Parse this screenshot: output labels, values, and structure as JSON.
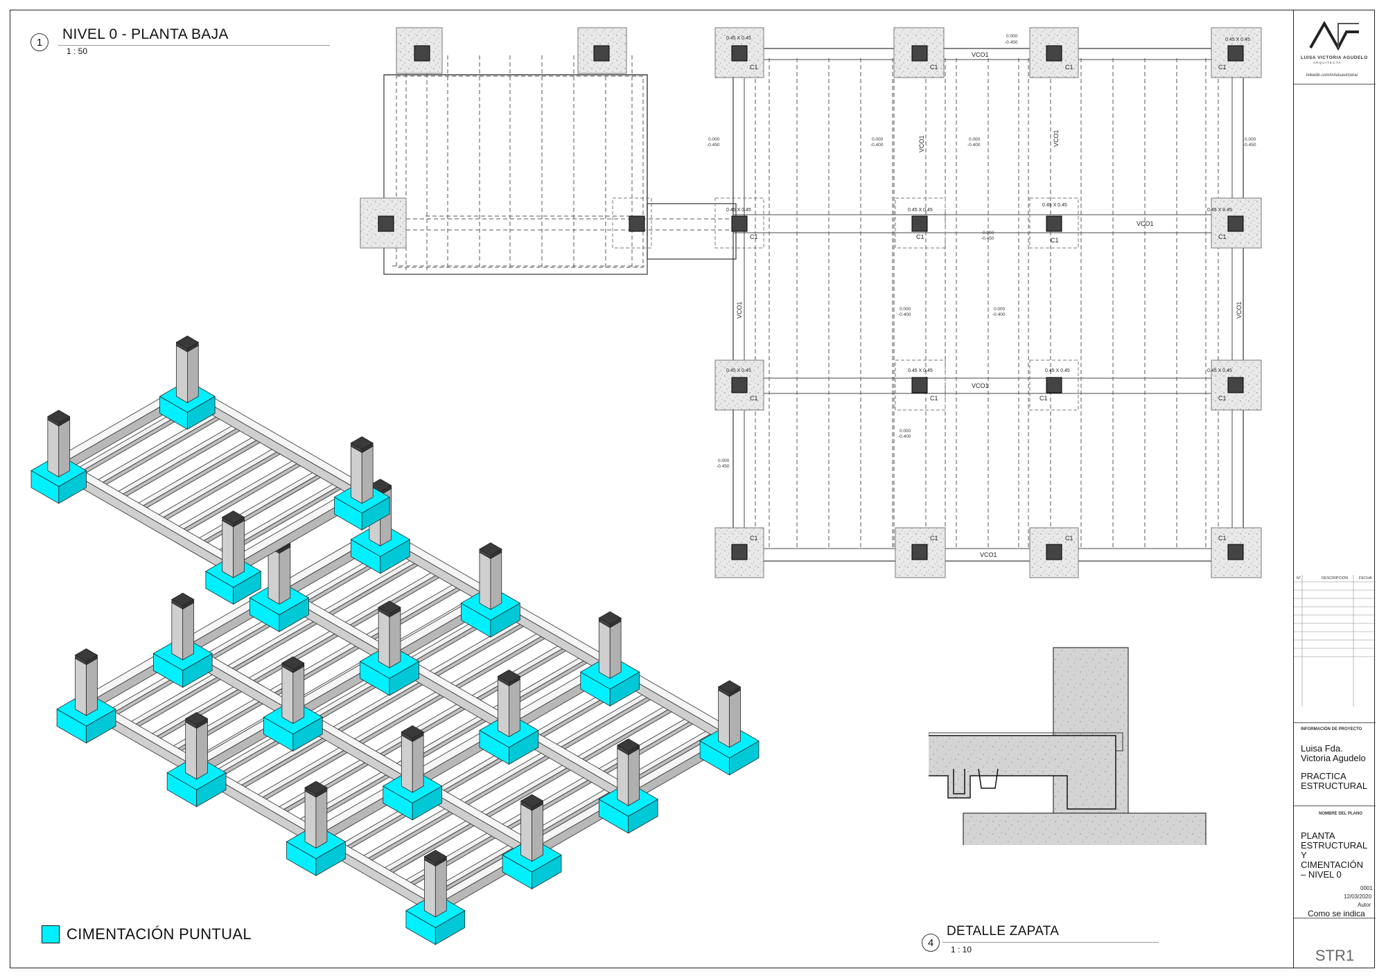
{
  "views": {
    "plan": {
      "number": "1",
      "title": "NIVEL 0 - PLANTA BAJA",
      "scale": "1 : 50"
    },
    "detail": {
      "number": "4",
      "title": "DETALLE ZAPATA",
      "scale": "1 : 10"
    }
  },
  "legend": {
    "label": "CIMENTACIÓN PUNTUAL",
    "color": "#00f0ff"
  },
  "plan_labels": {
    "column": "C1",
    "column_size": "0.45 X 0.45",
    "beam": "VCO1",
    "level_top": "0.000",
    "level_a": "-0.450",
    "level_b": "-0.400"
  },
  "title_block": {
    "logo_text": "LUISA VICTORIA AGUDELO",
    "logo_sub": "A R Q U I T E C T A",
    "link": "linkedin.com/in/luisavictoria/",
    "revisions_header": {
      "no": "N°",
      "description": "DESCRIPCIÓN",
      "date": "FECHA"
    },
    "project_info_label": "INFORMACIÓN DE PROYECTO",
    "author_line1": "Luisa Fda.",
    "author_line2": "Victoria Agudelo",
    "project_line1": "PRACTICA",
    "project_line2": "ESTRUCTURAL",
    "sheet_name_label": "NOMBRE DEL PLANO",
    "sheet_name_1": "PLANTA",
    "sheet_name_2": "ESTRUCTURAL",
    "sheet_name_3": "Y",
    "sheet_name_4": "CIMENTACIÓN",
    "sheet_name_5": "– NIVEL 0",
    "project_number": "0001",
    "date": "12/03/2020",
    "drawn_by": "Autor",
    "scale": "Como se indica",
    "sheet_number": "STR1"
  }
}
